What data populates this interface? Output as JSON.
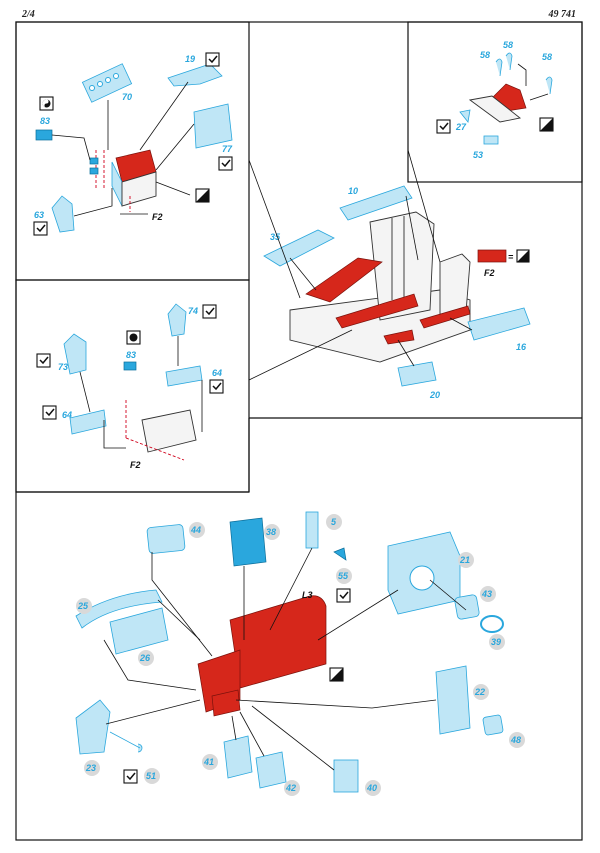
{
  "header": {
    "page": "2/4",
    "set_number": "49 741"
  },
  "colors": {
    "photo_etch": "#2aa7dd",
    "paint_red": "#d6271b",
    "frame": "#111111"
  },
  "icons": {
    "fold": "fold-check-icon",
    "bend": "bend-symbol-icon",
    "paint": "paint-swatch-icon"
  },
  "legend": {
    "paint_code": "F2",
    "equals": "="
  },
  "panels": {
    "top_left": {
      "parts": [
        "83",
        "70",
        "19",
        "77",
        "63"
      ],
      "paint": "F2"
    },
    "top_right": {
      "parts": [
        "58",
        "58",
        "58",
        "27",
        "53"
      ]
    },
    "center": {
      "parts": [
        "10",
        "35",
        "16",
        "20"
      ]
    },
    "mid_left": {
      "parts": [
        "74",
        "83",
        "73",
        "64",
        "64"
      ],
      "paint": "F2"
    },
    "bottom": {
      "parts": [
        "44",
        "38",
        "5",
        "55",
        "21",
        "43",
        "39",
        "25",
        "26",
        "22",
        "48",
        "23",
        "51",
        "41",
        "42",
        "40"
      ],
      "label": "L3"
    }
  }
}
